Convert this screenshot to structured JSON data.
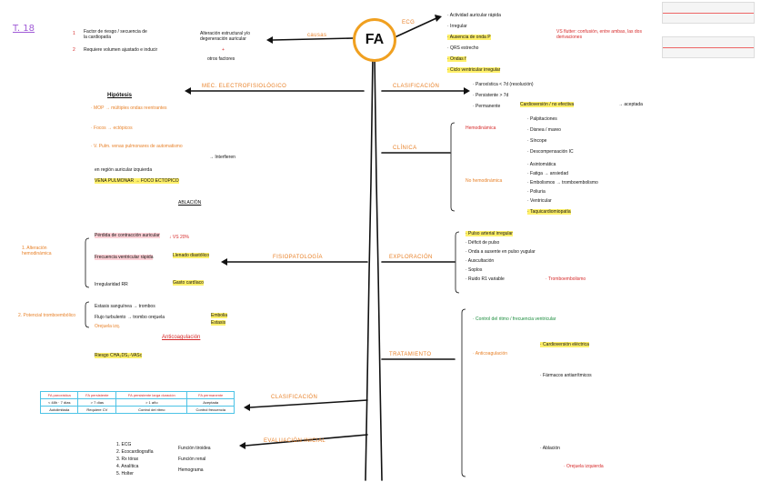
{
  "page": {
    "label": "T. 18",
    "center": "FA"
  },
  "branches": {
    "causas": "causas",
    "ecg": "ECG",
    "clinica_mec": "MEC. ELECTROFISIOLÓGICO",
    "fisiopato": "FISIOPATOLOGÍA",
    "clasificacion": "CLASIFICACIÓN",
    "clinica": "CLÍNICA",
    "exploracion": "EXPLORACIÓN",
    "tratamiento": "TRATAMIENTO",
    "clasif_bottom": "CLASIFICACIÓN",
    "evaluacion": "EVALUACIÓN INICIAL"
  },
  "left_top": {
    "item1": "Factor de riesgo / secuencia de la cardiopatía",
    "item2": "Requiere volumen ajustado e inducir",
    "mid": "Alteración estructural y/o degeneración auricular",
    "mid2": "+",
    "mid3": "otros factores",
    "num1": "1",
    "num2": "2"
  },
  "hipotesis": {
    "title": "Hipótesis",
    "h1": "· MOP → múltiples ondas reentrantes",
    "h2": "· Focos → ectópicos",
    "h3": "· V. Pulm. venas pulmonares de automatismo",
    "h4": "→ Interfieren",
    "h5": "en región auricular izquierda",
    "h6": "VENA PULMONAR → FOCO ECTOPICO",
    "h7": "ABLACIÓN"
  },
  "fisio": {
    "label": "1. Alteración hemodinámica",
    "a": "Pérdida de contracción auricular",
    "a2": "↓ VS 20%",
    "b": "Frecuencia ventricular rápida",
    "b2": "Llenado diastólico",
    "c": "Irregularidad RR",
    "c2": "Gasto cardíaco"
  },
  "trombo": {
    "label": "2. Potencial tromboembólico",
    "a": "Estasis sanguínea → trombos",
    "b": "Flujo turbulento → trombo orejuela",
    "c": "Orejuela izq.",
    "d": "Embolia",
    "e": "Estasis",
    "f": "Riesgo CHA₂DS₂-VASc",
    "g": "Anticoagulación"
  },
  "ecg": {
    "e1": "· Actividad auricular rápida",
    "e2": "· Irregular",
    "e3": "· Ausencia de onda P",
    "e4": "· QRS estrecho",
    "e5": "· Ondas f",
    "e6": "· Ciclo ventricular irregular",
    "note": "VS flutter: confusión, entre ambas, las dos derivaciones"
  },
  "clasificacion": {
    "c1": "· Paroxística < 7d (resolución)",
    "c2": "· Persistente > 7d",
    "c3": "· Permanente",
    "c4": "Cardioversión / no efectiva",
    "c5": "→ aceptada"
  },
  "clinica": {
    "title1": "Hemodinámica",
    "a1": "· Palpitaciones",
    "a2": "· Disnea / mareo",
    "a3": "· Síncope",
    "a4": "· Descompensación IC",
    "title2": "No hemodinámica",
    "b1": "· Asintomática",
    "b2": "· Fatiga → ansiedad",
    "b3": "· Embolismos → tromboembolismo",
    "b4": "· Poliuria",
    "b5": "· Ventricular",
    "b6": "· Taquicardiomiopatía"
  },
  "explor": {
    "x1": "· Pulso arterial irregular",
    "x2": "· Déficit de pulso",
    "x3": "· Onda a ausente en pulso yugular",
    "x4": "· Auscultación",
    "x5": "· Soplos",
    "x6": "· Ruido R1 variable",
    "x7": "· Tromboembolismo"
  },
  "trat": {
    "t1": "· Control del ritmo / frecuencia ventricular",
    "t2": "· Anticoagulación",
    "t3": "· Cardioversión eléctrica",
    "t4": "· Fármacos antiarrítmicos",
    "t5": "· Ablación",
    "t6": "· Orejuela izquierda"
  },
  "summary_table": {
    "headers": [
      "FA paroxística",
      "FA persistente",
      "FA persistente larga duración",
      "FA permanente"
    ],
    "rows": [
      [
        "< 48h · 7 días",
        "> 7 días",
        "> 1 año",
        "Aceptada"
      ],
      [
        "Autolimitada",
        "Requiere CV",
        "Control del ritmo",
        "Control frecuencia"
      ]
    ]
  },
  "evaluacion": {
    "e1": "1. ECG",
    "e2": "2. Ecocardiografía",
    "e3": "3. Rx tórax",
    "e4": "4. Analítica",
    "e5": "5. Holter",
    "f1": "Función tiroidea",
    "f2": "Función renal",
    "f3": "Hemograma"
  }
}
